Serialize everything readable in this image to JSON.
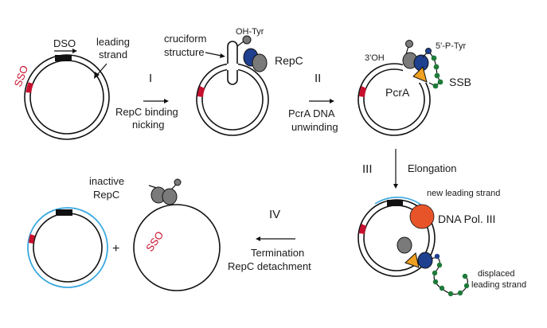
{
  "labels": {
    "dso": "DSO",
    "leading_strand_1": "leading",
    "leading_strand_2": "strand",
    "sso_1": "SSO",
    "sso_2": "SSO",
    "cruciform_1": "cruciform",
    "cruciform_2": "structure",
    "oh_tyr": "OH-Tyr",
    "repc": "RepC",
    "three_oh": "3'OH",
    "five_p_tyr": "5'-P-Tyr",
    "pcra": "PcrA",
    "ssb": "SSB",
    "new_leading_strand": "new leading strand",
    "dna_pol": "DNA Pol. III",
    "displaced_1": "displaced",
    "displaced_2": "leading strand",
    "inactive_1": "inactive",
    "inactive_2": "RepC",
    "plus": "+"
  },
  "steps": {
    "step1": {
      "numeral": "I",
      "text_1": "RepC binding",
      "text_2": "nicking"
    },
    "step2": {
      "numeral": "II",
      "text_1": "PcrA DNA",
      "text_2": "unwinding"
    },
    "step3": {
      "numeral": "III",
      "text_1": "Elongation"
    },
    "step4": {
      "numeral": "IV",
      "text_1": "Termination",
      "text_2": "RepC detachment"
    }
  },
  "colors": {
    "sso_red": "#c8102e",
    "dso_black": "#111111",
    "new_strand_blue": "#3aa8e0",
    "repc_gray": "#7a7a7a",
    "repc_blue": "#1f3f8f",
    "pcra_orange": "#f0a020",
    "ssb_green": "#1f7a3a",
    "pol_orange": "#e8542a"
  }
}
